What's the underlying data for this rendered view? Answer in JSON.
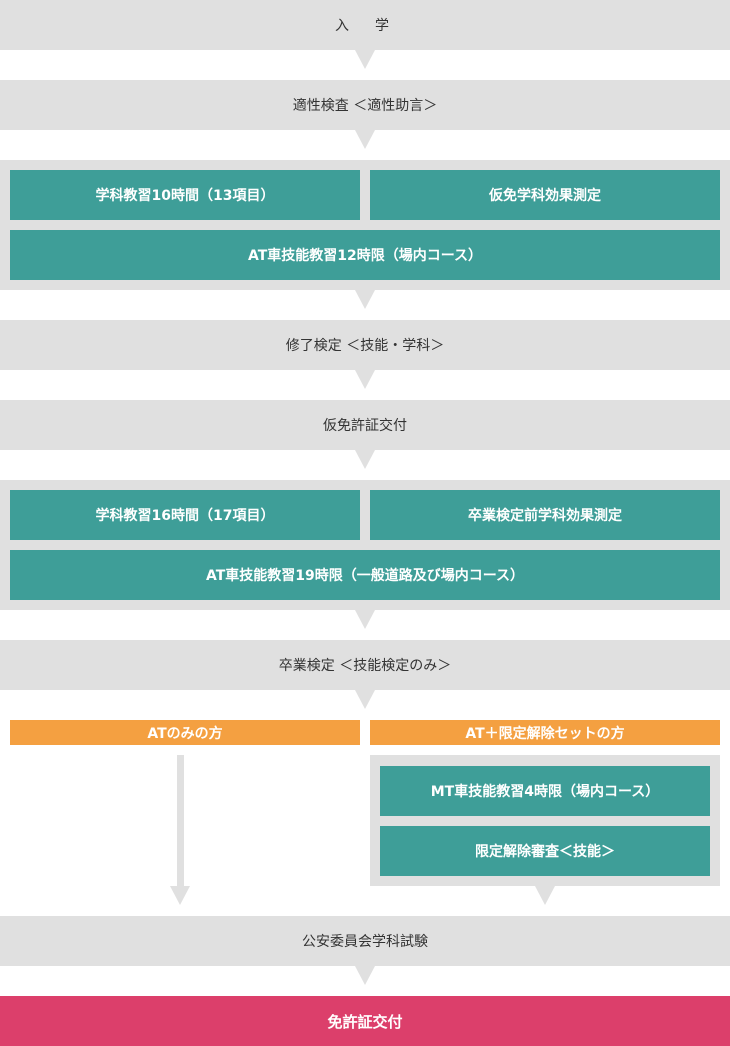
{
  "steps": {
    "admission": "入　学",
    "aptitude": "適性検査 ＜適性助言＞",
    "stage1": {
      "academic": "学科教習10時間（13項目）",
      "provisional_test": "仮免学科効果測定",
      "skill": "AT車技能教習12時限（場内コース）"
    },
    "completion_exam": "修了検定 ＜技能・学科＞",
    "provisional_license": "仮免許証交付",
    "stage2": {
      "academic": "学科教習16時間（17項目）",
      "pregrad_test": "卒業検定前学科効果測定",
      "skill": "AT車技能教習19時限（一般道路及び場内コース）"
    },
    "graduation_exam": "卒業検定 ＜技能検定のみ＞",
    "branch_at_only": "ATのみの方",
    "branch_at_plus": "AT＋限定解除セットの方",
    "mt_skill": "MT車技能教習4時限（場内コース）",
    "limit_review": "限定解除審査＜技能＞",
    "written_exam": "公安委員会学科試験",
    "license_issue": "免許証交付"
  },
  "colors": {
    "grey": "#e0e0e0",
    "teal": "#3e9e98",
    "orange": "#f4a041",
    "pink": "#dc3f6b"
  }
}
